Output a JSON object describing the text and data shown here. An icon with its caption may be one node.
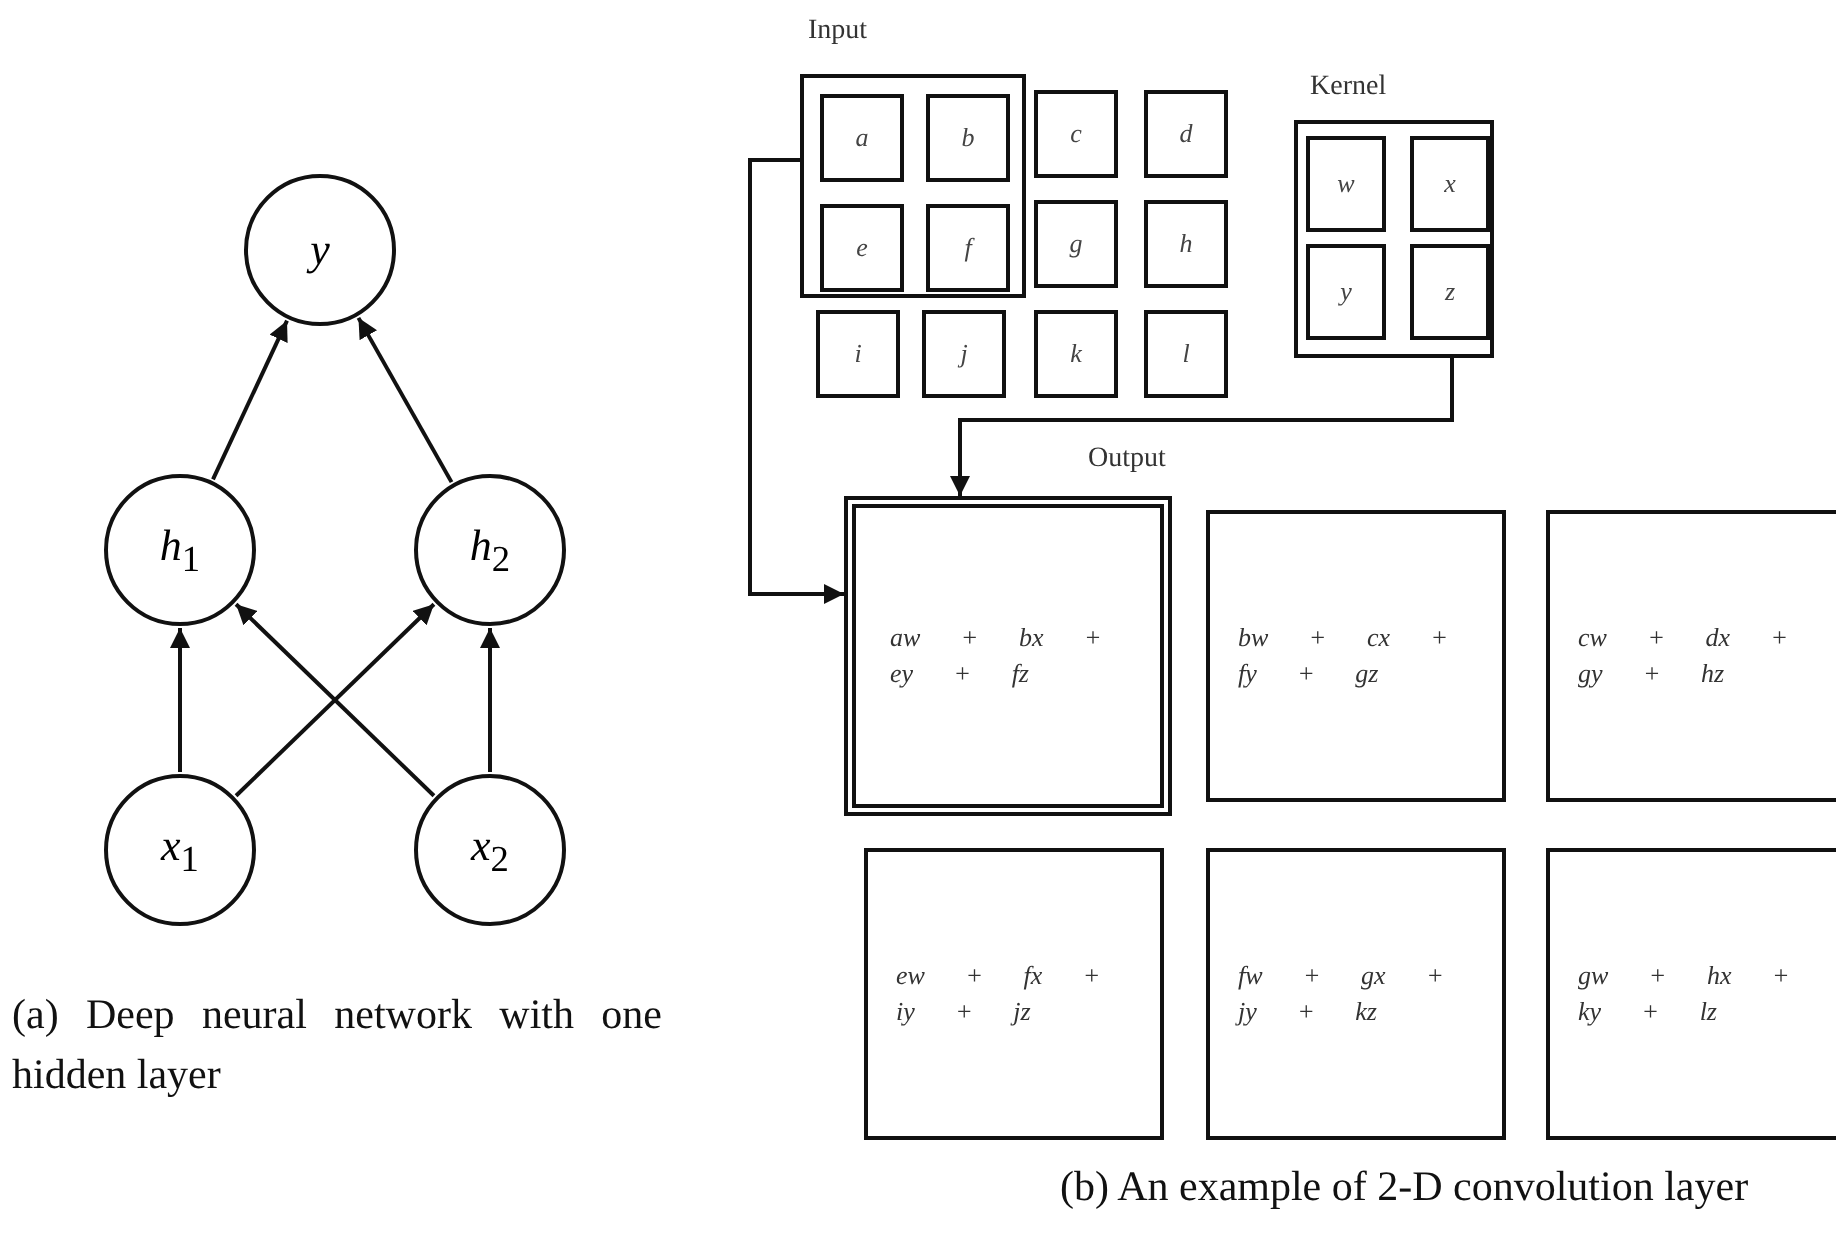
{
  "diagram": {
    "nodes": [
      {
        "text": [
          "*y*"
        ]
      },
      {
        "text": [
          "*h*$_{1}$"
        ]
      },
      {
        "text": [
          "*h*$_{2}$"
        ]
      },
      {
        "text": [
          "*x*$_{1}$"
        ]
      },
      {
        "text": [
          "*x*$_{2}$"
        ]
      },
      {
        "text": [],
        "shape": "box"
      },
      {
        "text": [
          "a"
        ],
        "in": 5
      },
      {
        "text": [
          "b"
        ],
        "in": 5
      },
      {
        "text": [
          "c"
        ]
      },
      {
        "text": [
          "d"
        ]
      },
      {
        "text": [
          "e"
        ],
        "in": 5
      },
      {
        "text": [
          "f"
        ],
        "in": 5
      },
      {
        "text": [
          "g"
        ]
      },
      {
        "text": [
          "h"
        ]
      },
      {
        "text": [
          "i"
        ]
      },
      {
        "text": [
          "j"
        ]
      },
      {
        "text": [
          "k"
        ]
      },
      {
        "text": [
          "l"
        ]
      },
      {
        "text": [
          "Kernel"
        ]
      },
      {
        "text": [
          "w"
        ],
        "in": 18
      },
      {
        "text": [
          "x"
        ],
        "in": 18
      },
      {
        "text": [
          "y"
        ],
        "in": 18
      },
      {
        "text": [
          "z"
        ],
        "in": 18
      },
      {
        "text": [
          "aw + bx + ey + fz"
        ]
      },
      {
        "text": [
          "bw + cx + fy + gz"
        ]
      },
      {
        "text": [
          "cw + dx + gy + hz"
        ]
      },
      {
        "text": [
          "ew + fx + iy + jz"
        ]
      },
      {
        "text": [
          "fw + gx + jy + kz"
        ]
      },
      {
        "text": [
          "gw + hx + ky + lz"
        ]
      }
    ],
    "edges": [
      {
        "from": 3,
        "to": 1,
        "arrow": "to"
      },
      {
        "from": 3,
        "to": 2,
        "arrow": "to"
      },
      {
        "from": 4,
        "to": 1,
        "arrow": "to"
      },
      {
        "from": 4,
        "to": 2,
        "arrow": "to"
      },
      {
        "from": 1,
        "to": 0,
        "arrow": "to"
      },
      {
        "from": 2,
        "to": 0,
        "arrow": "to"
      },
      {
        "from": 5,
        "to": 23,
        "arrow": "to"
      },
      {
        "from": 18,
        "to": 23,
        "arrow": "to"
      }
    ],
    "labels": [
      "Input",
      "Output",
      "(a) Deep neural network with one hidden layer",
      "(b) An example of 2-D convolution layer"
    ]
  }
}
